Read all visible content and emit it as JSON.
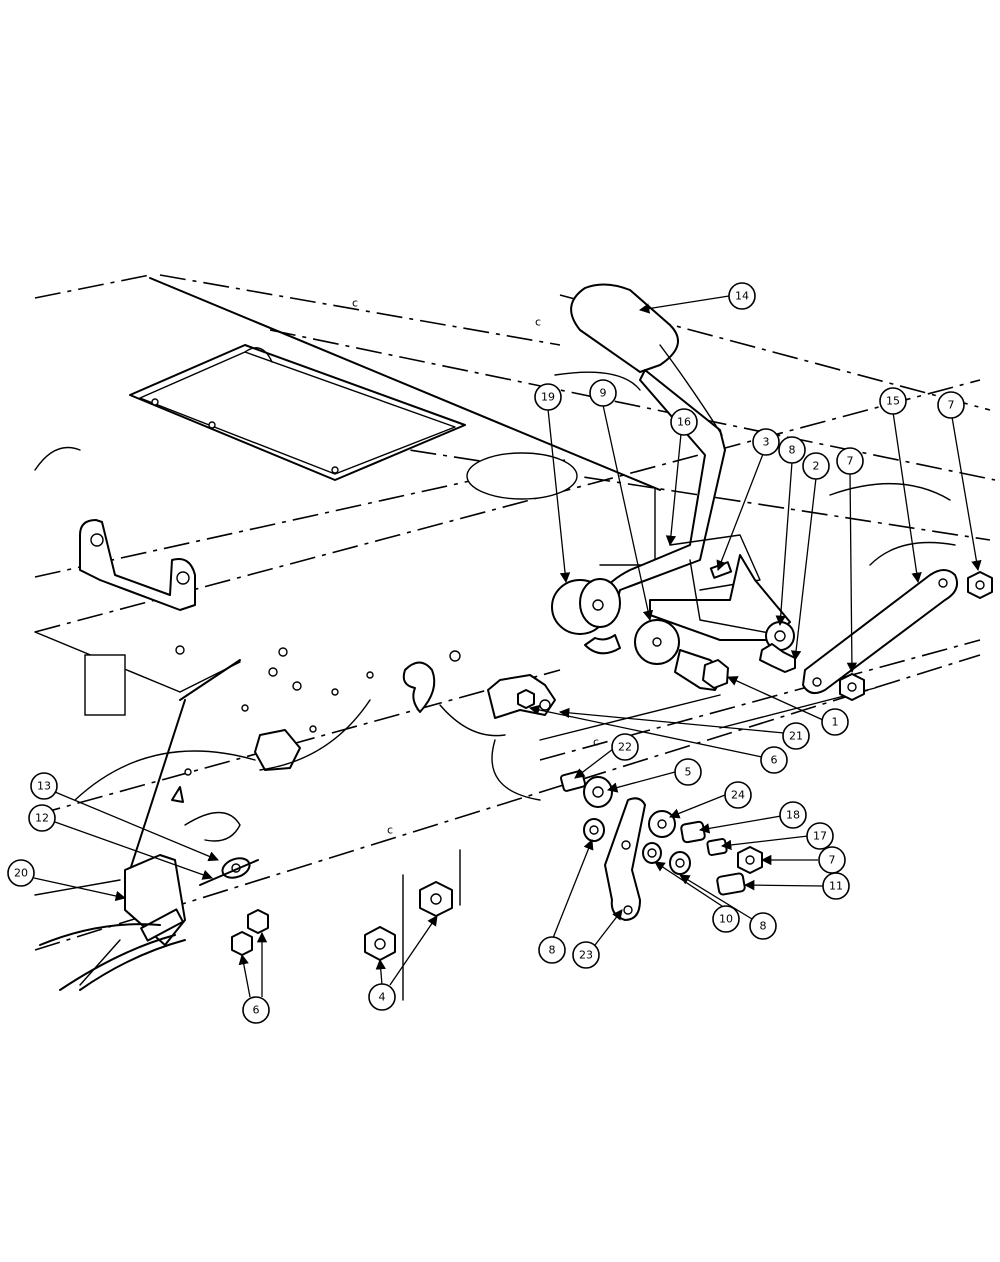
{
  "diagram": {
    "callouts": [
      {
        "id": "c14",
        "label": "14"
      },
      {
        "id": "c19",
        "label": "19"
      },
      {
        "id": "c9",
        "label": "9"
      },
      {
        "id": "c16",
        "label": "16"
      },
      {
        "id": "c3",
        "label": "3"
      },
      {
        "id": "c8a",
        "label": "8"
      },
      {
        "id": "c2",
        "label": "2"
      },
      {
        "id": "c7a",
        "label": "7"
      },
      {
        "id": "c15",
        "label": "15"
      },
      {
        "id": "c7b",
        "label": "7"
      },
      {
        "id": "c1",
        "label": "1"
      },
      {
        "id": "c21",
        "label": "21"
      },
      {
        "id": "c6a",
        "label": "6"
      },
      {
        "id": "c22",
        "label": "22"
      },
      {
        "id": "c5",
        "label": "5"
      },
      {
        "id": "c24",
        "label": "24"
      },
      {
        "id": "c18",
        "label": "18"
      },
      {
        "id": "c17",
        "label": "17"
      },
      {
        "id": "c7c",
        "label": "7"
      },
      {
        "id": "c11",
        "label": "11"
      },
      {
        "id": "c8b",
        "label": "8"
      },
      {
        "id": "c10",
        "label": "10"
      },
      {
        "id": "c8c",
        "label": "8"
      },
      {
        "id": "c23",
        "label": "23"
      },
      {
        "id": "c13",
        "label": "13"
      },
      {
        "id": "c12",
        "label": "12"
      },
      {
        "id": "c20",
        "label": "20"
      },
      {
        "id": "c6b",
        "label": "6"
      },
      {
        "id": "c4",
        "label": "4"
      }
    ],
    "part_marks": {
      "c_1": "c",
      "c_2": "c",
      "c_3": "c",
      "c_4": "c"
    }
  }
}
